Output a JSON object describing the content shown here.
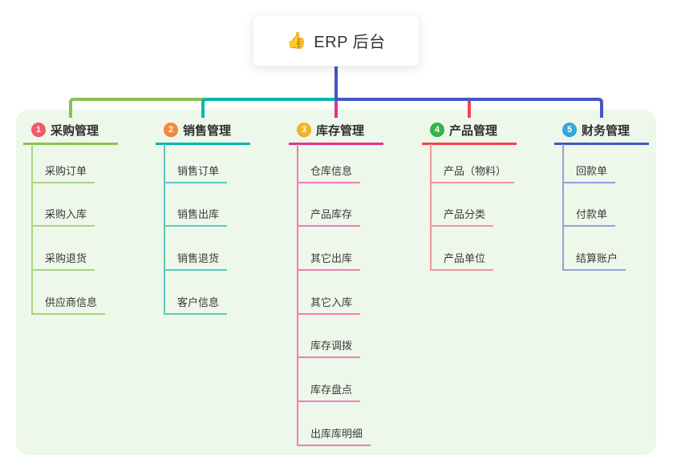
{
  "root": {
    "icon": "👍",
    "title": "ERP 后台"
  },
  "panel": {
    "background": "#edf7ea"
  },
  "connector": {
    "root_line_color": "#4356c7"
  },
  "branches": [
    {
      "number": "1",
      "label": "采购管理",
      "badge_color": "#f25a6b",
      "line_color": "#8cc152",
      "child_line_color": "#a8d47f",
      "children": [
        "采购订单",
        "采购入库",
        "采购退货",
        "供应商信息"
      ]
    },
    {
      "number": "2",
      "label": "销售管理",
      "badge_color": "#f8863d",
      "line_color": "#00b8ad",
      "child_line_color": "#5cc9c0",
      "children": [
        "销售订单",
        "销售出库",
        "销售退货",
        "客户信息"
      ]
    },
    {
      "number": "3",
      "label": "库存管理",
      "badge_color": "#f7b327",
      "line_color": "#e0348f",
      "child_line_color": "#f27db8",
      "children": [
        "仓库信息",
        "产品库存",
        "其它出库",
        "其它入库",
        "库存调拨",
        "库存盘点",
        "出库库明细"
      ]
    },
    {
      "number": "4",
      "label": "产品管理",
      "badge_color": "#36b34a",
      "line_color": "#f4434a",
      "child_line_color": "#f49499",
      "children": [
        "产品（物料）",
        "产品分类",
        "产品单位"
      ]
    },
    {
      "number": "5",
      "label": "财务管理",
      "badge_color": "#33a6dd",
      "line_color": "#4356c7",
      "child_line_color": "#8fa0dc",
      "children": [
        "回款单",
        "付款单",
        "结算账户"
      ]
    }
  ]
}
